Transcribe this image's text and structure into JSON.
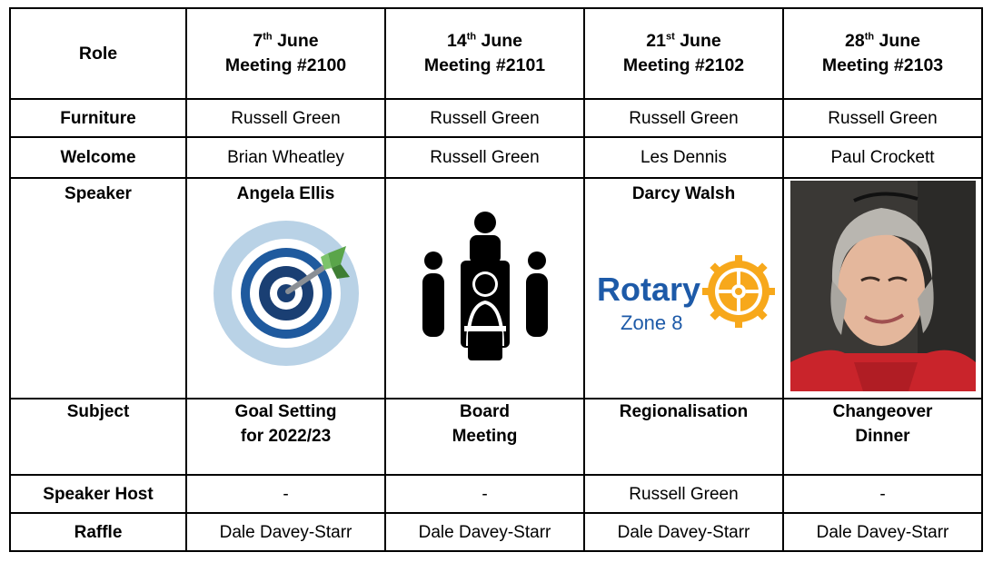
{
  "table": {
    "role_header": "Role",
    "columns": [
      {
        "day": "7",
        "suffix": "th",
        "month": "June",
        "meeting": "Meeting #2100"
      },
      {
        "day": "14",
        "suffix": "th",
        "month": "June",
        "meeting": "Meeting #2101"
      },
      {
        "day": "21",
        "suffix": "st",
        "month": "June",
        "meeting": "Meeting #2102"
      },
      {
        "day": "28",
        "suffix": "th",
        "month": "June",
        "meeting": "Meeting #2103"
      }
    ],
    "rows": {
      "furniture": {
        "label": "Furniture",
        "values": [
          "Russell Green",
          "Russell Green",
          "Russell Green",
          "Russell Green"
        ]
      },
      "welcome": {
        "label": "Welcome",
        "values": [
          "Brian Wheatley",
          "Russell Green",
          "Les Dennis",
          "Paul Crockett"
        ]
      },
      "speaker": {
        "label": "Speaker",
        "names": [
          "Angela Ellis",
          "",
          "Darcy Walsh",
          ""
        ],
        "images": [
          "target-icon",
          "meeting-table-icon",
          "rotary-zone-8-logo",
          "speaker-photo"
        ]
      },
      "subject": {
        "label": "Subject",
        "values": [
          [
            "Goal Setting",
            "for 2022/23"
          ],
          [
            "Board",
            "Meeting"
          ],
          [
            "Regionalisation",
            ""
          ],
          [
            "Changeover",
            "Dinner"
          ]
        ]
      },
      "speaker_host": {
        "label": "Speaker Host",
        "values": [
          "-",
          "-",
          "Russell Green",
          "-"
        ]
      },
      "raffle": {
        "label": "Raffle",
        "values": [
          "Dale Davey-Starr",
          "Dale Davey-Starr",
          "Dale Davey-Starr",
          "Dale Davey-Starr"
        ]
      }
    }
  },
  "logo": {
    "word": "Rotary",
    "sub": "Zone 8"
  },
  "colors": {
    "rotary_blue": "#1d5aa8",
    "rotary_gold": "#f7a81b",
    "target_blue": "#1f5a9e",
    "target_light": "#b9d2e6",
    "arrow_green": "#5aa54a"
  }
}
